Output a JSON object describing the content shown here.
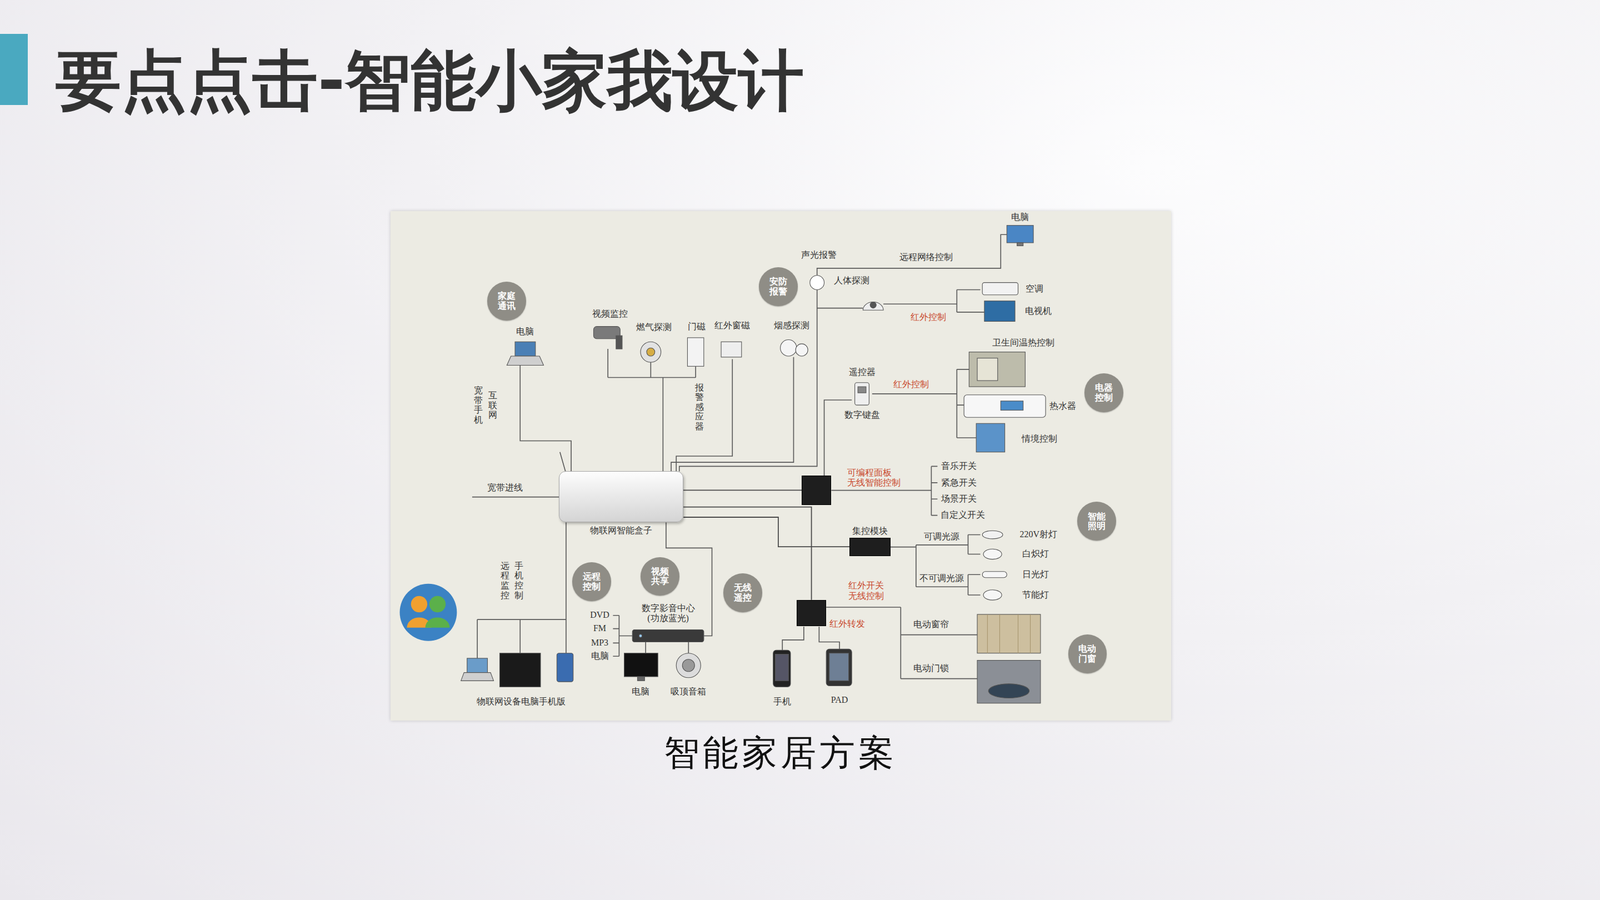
{
  "diagram": {
    "title": "要点点击-智能小家我设计",
    "caption": "智能家居方案",
    "nodes": [
      {
        "text": [
          "家庭通讯"
        ]
      },
      {
        "text": [
          "安防报警"
        ]
      },
      {
        "text": [
          "电器控制"
        ]
      },
      {
        "text": [
          "物联网智能盒子"
        ]
      },
      {
        "text": [
          "可编程面板 无线智能控制"
        ]
      },
      {
        "text": [
          "智能照明"
        ]
      },
      {
        "text": [
          "集控模块"
        ]
      },
      {
        "text": [
          "远程控制"
        ]
      },
      {
        "text": [
          "视频共享"
        ]
      },
      {
        "text": [
          "无线遥控"
        ]
      },
      {
        "text": [
          "红外转发"
        ]
      },
      {
        "text": [
          "电动门窗"
        ]
      }
    ],
    "edges": [
      {
        "from": 3,
        "to": 4,
        "arrow": "none"
      },
      {
        "from": 3,
        "to": 6,
        "arrow": "none"
      },
      {
        "from": 3,
        "to": 10,
        "arrow": "none"
      }
    ],
    "labels": [
      "电脑",
      "宽带手机",
      "互联网",
      "视频监控",
      "燃气探测",
      "门磁",
      "红外窗磁",
      "烟感探测",
      "报警感应器",
      "声光报警",
      "远程网络控制",
      "电脑",
      "人体探测",
      "红外控制",
      "空调",
      "电视机",
      "卫生间温热控制",
      "热水器",
      "情境控制",
      "遥控器",
      "数字键盘",
      "红外控制",
      "宽带进线",
      "音乐开关",
      "紧急开关",
      "场景开关",
      "自定义开关",
      "可调光源",
      "不可调光源",
      "220V射灯",
      "白炽灯",
      "日光灯",
      "节能灯",
      "红外开关 无线控制",
      "电动窗帘",
      "电动门锁",
      "手机",
      "PAD",
      "数字影音中心 (功放蓝光)",
      "DVD",
      "FM",
      "MP3",
      "电脑",
      "电脑",
      "吸顶音箱",
      "物联网设备电脑手机版",
      "远程监控",
      "手机控制"
    ]
  }
}
